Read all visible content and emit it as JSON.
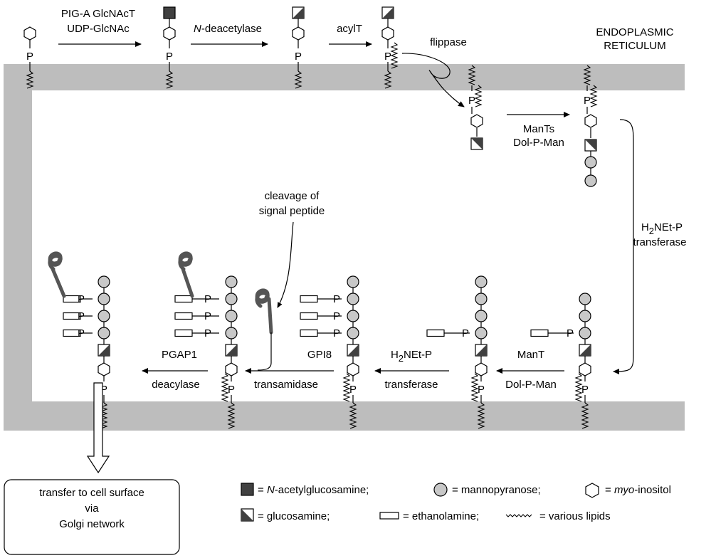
{
  "compartment": {
    "line1": "ENDOPLASMIC",
    "line2": "RETICULUM"
  },
  "steps": {
    "s1_line1": "PIG-A GlcNAcT",
    "s1_line2": "UDP-GlcNAc",
    "s2_prefix": "N",
    "s2_rest": "-deacetylase",
    "s3": "acylT",
    "s4": "flippase",
    "s5_line1": "ManTs",
    "s5_line2": "Dol-P-Man",
    "s6_line1_a": "H",
    "s6_line1_sub": "2",
    "s6_line1_b": "NEt-P",
    "s6_line2": "transferase",
    "s7_line1": "ManT",
    "s7_line2": "Dol-P-Man",
    "s8_line1_a": "H",
    "s8_line1_sub": "2",
    "s8_line1_b": "NEt-P",
    "s8_line2": "transferase",
    "s9_line1": "GPI8",
    "s9_line2": "transamidase",
    "s10_line1": "PGAP1",
    "s10_line2": "deacylase",
    "cleavage_line1": "cleavage of",
    "cleavage_line2": "signal peptide"
  },
  "phosphate_symbol": "P",
  "exit_box": {
    "line1": "transfer to cell surface",
    "line2": "via",
    "line3": "Golgi network"
  },
  "legend": {
    "glcnac": "= N-acetylglucosamine;",
    "glcnac_eq": "= ",
    "glcnac_it": "N",
    "glcnac_rest": "-acetylglucosamine;",
    "man_rest": "= mannopyranose;",
    "ino_eq": "= ",
    "ino_it": "myo",
    "ino_rest": "-inositol",
    "glcn_rest": "= glucosamine;",
    "etn_rest": "= ethanolamine;",
    "lipid_rest": "= various lipids"
  },
  "colors": {
    "membrane": "#bdbdbd",
    "glcnac_fill": "#404040",
    "mannose_fill": "#c8c8c8",
    "protein": "#555555"
  }
}
